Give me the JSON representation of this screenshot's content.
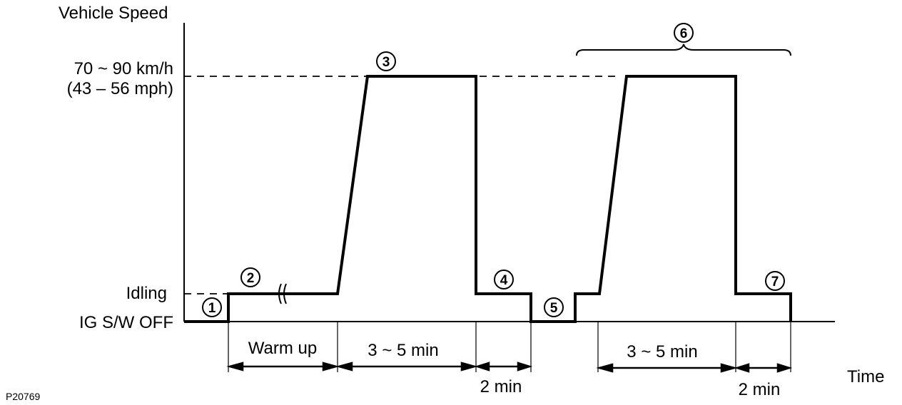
{
  "y_axis_label": "Vehicle Speed",
  "x_axis_label": "Time",
  "speed_label_line1": "70 ~ 90 km/h",
  "speed_label_line2": "(43 – 56 mph)",
  "idling_label": "Idling",
  "ig_off_label": "IG S/W OFF",
  "figure_code": "P20769",
  "steps": [
    "1",
    "2",
    "3",
    "4",
    "5",
    "6",
    "7"
  ],
  "durations": {
    "warm_up": "Warm up",
    "drive_1": "3 ~ 5 min",
    "idle_1": "2 min",
    "drive_2": "3 ~ 5 min",
    "idle_2": "2 min"
  }
}
